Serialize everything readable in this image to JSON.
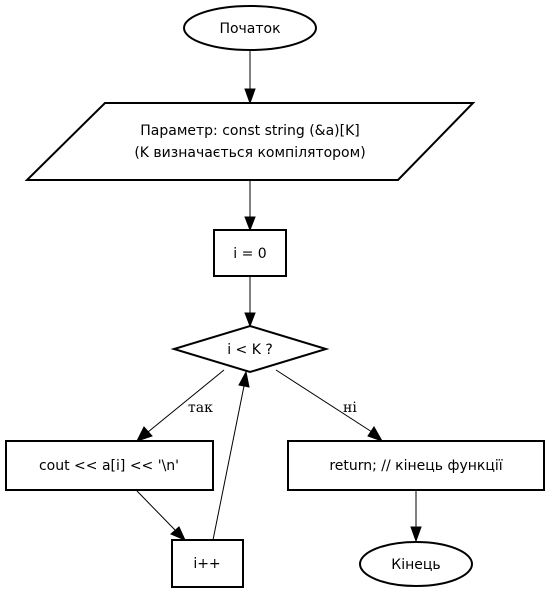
{
  "flowchart": {
    "start": "Початок",
    "param_line1": "Параметр: const string (&a)[K]",
    "param_line2": "(K визначається компілятором)",
    "init": "i = 0",
    "condition": "i < K ?",
    "loop_body": "cout << a[i] << '\\n'",
    "increment": "i++",
    "return_stmt": "return;  // кінець функції",
    "end": "Кінець",
    "yes_label": "так",
    "no_label": "ні"
  }
}
